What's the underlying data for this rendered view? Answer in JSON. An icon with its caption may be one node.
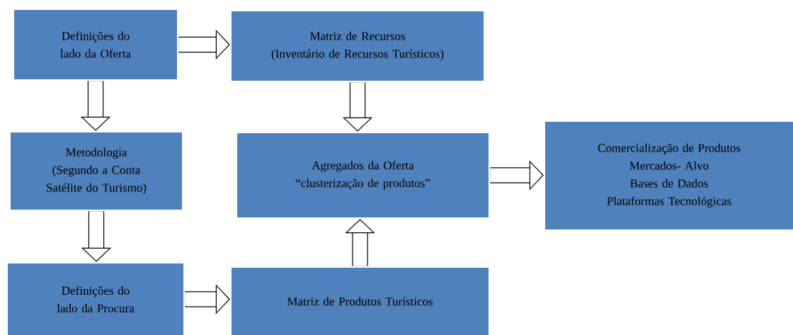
{
  "diagram": {
    "nodes": [
      {
        "text": [
          "Definições do lado da Oferta"
        ]
      },
      {
        "text": [
          "Matriz de Recursos",
          "(Inventário de Recursos Turísticos)"
        ]
      },
      {
        "text": [
          "Metodologia",
          "(Segundo a Conta Satélite do Turismo)"
        ]
      },
      {
        "text": [
          "Agregados da Oferta",
          "“clusterização de produtos”"
        ]
      },
      {
        "text": [
          "Comercialização de Produtos",
          "Mercados- Alvo",
          "Bases de Dados",
          "Plataformas Tecnológicas"
        ]
      },
      {
        "text": [
          "Definições do lado da Procura"
        ]
      },
      {
        "text": [
          "Matriz de Produtos Turísticos"
        ]
      }
    ],
    "edges": [
      {
        "from": 0,
        "to": 1,
        "arrow": "to"
      },
      {
        "from": 0,
        "to": 2,
        "arrow": "to"
      },
      {
        "from": 1,
        "to": 3,
        "arrow": "to"
      },
      {
        "from": 2,
        "to": 5,
        "arrow": "to"
      },
      {
        "from": 5,
        "to": 6,
        "arrow": "to"
      },
      {
        "from": 6,
        "to": 3,
        "arrow": "to"
      },
      {
        "from": 3,
        "to": 4,
        "arrow": "to"
      }
    ]
  }
}
